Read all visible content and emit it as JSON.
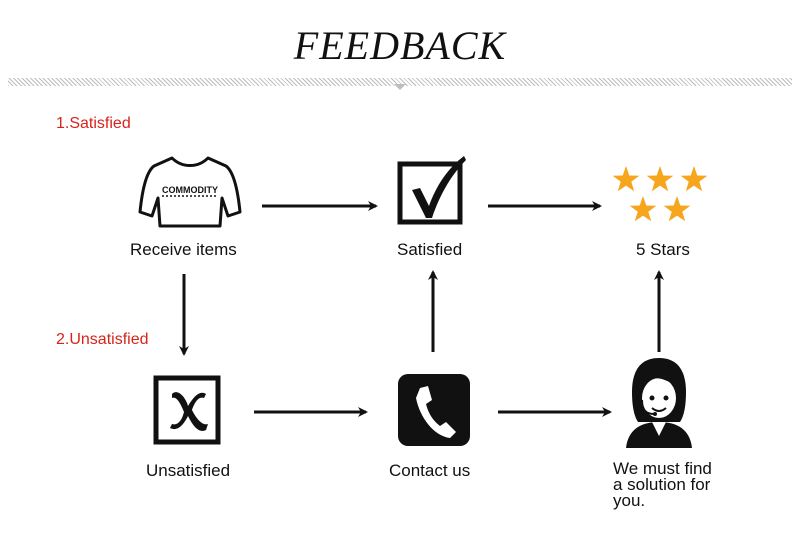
{
  "header": {
    "title": "FEEDBACK"
  },
  "sections": {
    "satisfied": "1.Satisfied",
    "unsatisfied": "2.Unsatisfied"
  },
  "nodes": {
    "receive": {
      "label": "Receive items",
      "sweater_text": "COMMODITY",
      "icon": "sweater-icon"
    },
    "satisfied": {
      "label": "Satisfied",
      "icon": "checkbox-checked-icon"
    },
    "stars": {
      "label": "5 Stars",
      "icon": "five-stars-icon",
      "rating": 5
    },
    "unsatisfied": {
      "label": "Unsatisfied",
      "icon": "checkbox-x-icon"
    },
    "contact": {
      "label": "Contact us",
      "icon": "phone-icon"
    },
    "solution": {
      "line1": "We must find",
      "line2": "a solution for",
      "line3": "you.",
      "icon": "support-agent-icon"
    }
  },
  "colors": {
    "accent": "#d8231b",
    "star": "#f7a51c",
    "ink": "#111111"
  }
}
